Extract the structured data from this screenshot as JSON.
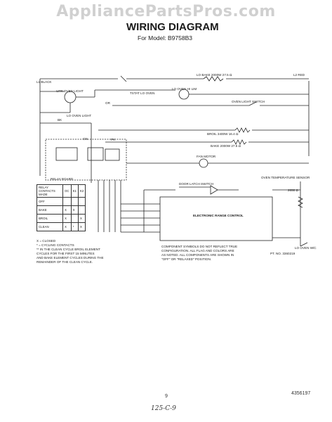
{
  "header": {
    "watermark": "AppliancePartsPros.com",
    "title": "WIRING DIAGRAM",
    "model": "For Model: B9758B3"
  },
  "labels": {
    "l1_black": "L1 BLACK",
    "l2_red": "L2 RED",
    "upr_oven_light": "UPR OVEN LIGHT",
    "tstat_lo_oven": "TSTAT LO OVEN",
    "lo_oven_light": "LO OVEN LIGHT",
    "lo_oven_hi_limit": "LO OVEN HI LIM",
    "oven_light_switch": "OVEN LIGHT SWITCH",
    "lo_bake": "LO BAKE 2000W 27.5 Ω",
    "broil": "BROIL 3400W 16.4 Ω",
    "bake": "BAKE 2000W 27.5 Ω",
    "fan_motor": "FAN MOTOR",
    "door_latch_switch": "DOOR LATCH SWITCH",
    "relay_board": "RELAY BOARD",
    "electronic_range_control": "ELECTRONIC RANGE CONTROL",
    "oven_temp_sensor": "OVEN TEMPERATURE SENSOR",
    "sensor_resistance": "2650 Ω",
    "lo_oven_wc": "LO OVEN W/C",
    "part_no": "PT. NO. 3360219",
    "wire_bk": "BK",
    "wire_or": "OR",
    "wire_gn": "GN",
    "wire_pk": "PK"
  },
  "relay_table": {
    "header": [
      "RELAY CONTACTS MADE",
      "OC",
      "K1",
      "K2"
    ],
    "rows": [
      [
        "OFF",
        "",
        "",
        ""
      ],
      [
        "BAKE",
        "X",
        "X",
        ""
      ],
      [
        "BROIL",
        "X",
        "",
        "X"
      ],
      [
        "CLEAN",
        "X",
        "*",
        "X"
      ]
    ]
  },
  "notes": {
    "left": [
      "X  = CLOSED",
      "*  = CYCLING CONTACTS",
      "** IN THE CLEAN CYCLE BROIL ELEMENT",
      "CYCLES FOR THE FIRST 15 MINUTES",
      "AND BAKE ELEMENT CYCLES DURING THE",
      "REMAINDER OF THE CLEAN CYCLE."
    ],
    "right": [
      "COMPONENT SYMBOLS DO NOT REFLECT TRUE",
      "CONFIGURATION. ALL FLAG AND COLORS ARE",
      "AS NOTED. ALL COMPONENTS ARE SHOWN IN",
      "\"OFF\" OR \"RELAXED\" POSITION."
    ]
  },
  "footer": {
    "page": "9",
    "doc_no": "4356197",
    "handwritten": "125-C-9"
  }
}
